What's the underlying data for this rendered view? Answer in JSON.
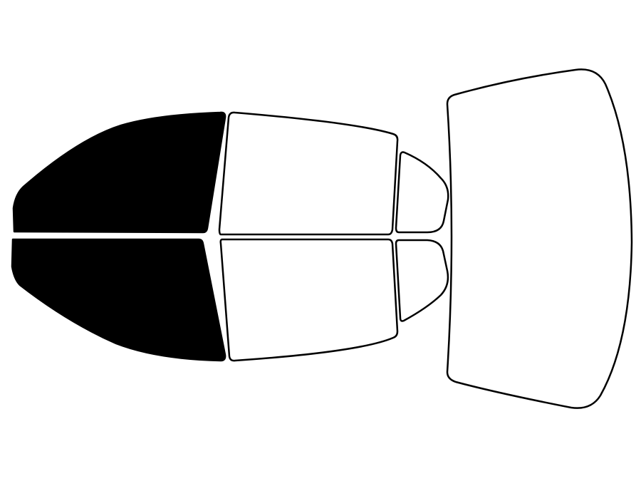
{
  "diagram": {
    "stroke_color": "#000000",
    "tinted_fill": "#000000",
    "untinted_fill": "#ffffff",
    "windows": [
      {
        "id": "front-driver-window",
        "tinted": true
      },
      {
        "id": "front-passenger-window",
        "tinted": true
      },
      {
        "id": "rear-driver-window",
        "tinted": false
      },
      {
        "id": "rear-passenger-window",
        "tinted": false
      },
      {
        "id": "rear-driver-quarter-glass",
        "tinted": false
      },
      {
        "id": "rear-passenger-quarter-glass",
        "tinted": false
      },
      {
        "id": "rear-windshield",
        "tinted": false
      }
    ]
  }
}
